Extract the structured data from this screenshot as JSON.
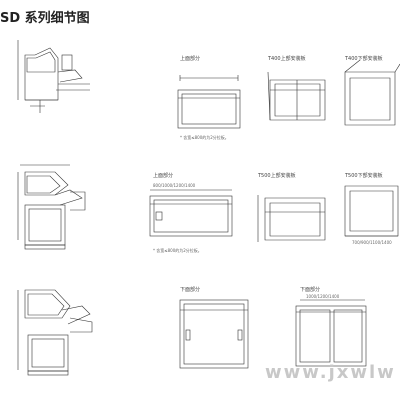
{
  "title": "SD 系列细节图",
  "panels": {
    "top_part_1": {
      "label": "上面部分",
      "note": "* 含宽≤800的为2分拉板。"
    },
    "t400_top": {
      "label": "T400上部安装板"
    },
    "t400_bottom": {
      "label": "T400下部安装板"
    },
    "top_part_2": {
      "label": "上面部分",
      "dim": "800/1000/1200/1400",
      "note": "* 含宽≤800的为2分拉板。"
    },
    "t500_top": {
      "label": "T500上部安装板"
    },
    "t500_bottom": {
      "label": "T500下部安装板",
      "dim": "700/900/1100/1400"
    },
    "bottom_part_1": {
      "label": "下面部分"
    },
    "bottom_part_2": {
      "label": "下面部分",
      "dim": "1000/1200/1400"
    }
  },
  "watermark": "www.jxwlw"
}
